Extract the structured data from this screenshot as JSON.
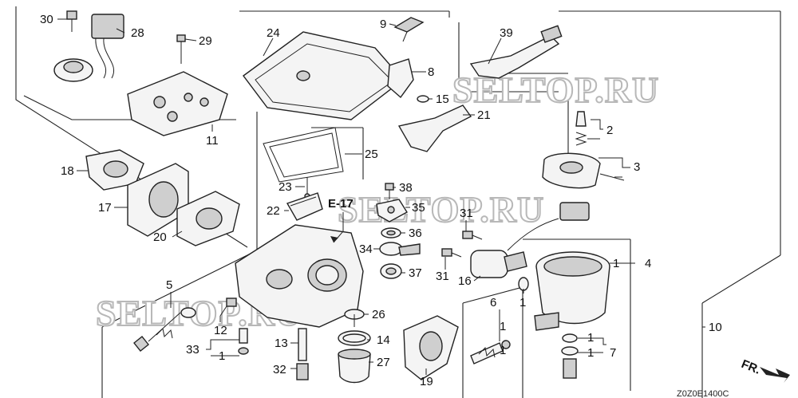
{
  "callouts": [
    {
      "id": "c30",
      "text": "30"
    },
    {
      "id": "c28",
      "text": "28"
    },
    {
      "id": "c29",
      "text": "29"
    },
    {
      "id": "c24",
      "text": "24"
    },
    {
      "id": "c9",
      "text": "9"
    },
    {
      "id": "c39",
      "text": "39"
    },
    {
      "id": "c8",
      "text": "8"
    },
    {
      "id": "c15",
      "text": "15"
    },
    {
      "id": "c21",
      "text": "21"
    },
    {
      "id": "c2",
      "text": "2"
    },
    {
      "id": "c11",
      "text": "11"
    },
    {
      "id": "c25",
      "text": "25"
    },
    {
      "id": "c3",
      "text": "3"
    },
    {
      "id": "c18",
      "text": "18"
    },
    {
      "id": "c23",
      "text": "23"
    },
    {
      "id": "c38",
      "text": "38"
    },
    {
      "id": "c17",
      "text": "17"
    },
    {
      "id": "c22",
      "text": "22"
    },
    {
      "id": "c35",
      "text": "35"
    },
    {
      "id": "c31a",
      "text": "31"
    },
    {
      "id": "c36",
      "text": "36"
    },
    {
      "id": "c20",
      "text": "20"
    },
    {
      "id": "c34",
      "text": "34"
    },
    {
      "id": "c31b",
      "text": "31"
    },
    {
      "id": "c1a",
      "text": "1"
    },
    {
      "id": "c4",
      "text": "4"
    },
    {
      "id": "c37",
      "text": "37"
    },
    {
      "id": "c16",
      "text": "16"
    },
    {
      "id": "c5",
      "text": "5"
    },
    {
      "id": "c1b",
      "text": "1"
    },
    {
      "id": "c6",
      "text": "6"
    },
    {
      "id": "c26",
      "text": "26"
    },
    {
      "id": "c1c",
      "text": "1"
    },
    {
      "id": "c10",
      "text": "10"
    },
    {
      "id": "c12",
      "text": "12"
    },
    {
      "id": "c1d",
      "text": "1"
    },
    {
      "id": "c14",
      "text": "14"
    },
    {
      "id": "c13",
      "text": "13"
    },
    {
      "id": "c33",
      "text": "33"
    },
    {
      "id": "c1e",
      "text": "1"
    },
    {
      "id": "c7",
      "text": "7"
    },
    {
      "id": "c1f",
      "text": "1"
    },
    {
      "id": "c27",
      "text": "27"
    },
    {
      "id": "c19",
      "text": "19"
    },
    {
      "id": "c32",
      "text": "32"
    },
    {
      "id": "c1g",
      "text": "1"
    }
  ],
  "ref_label": "E-17",
  "direction_label": "FR.",
  "drawing_code": "Z0Z0E1400C",
  "watermarks": [
    "SELTOP.RU",
    "SELTOP.RU",
    "SELTOP.RU"
  ]
}
